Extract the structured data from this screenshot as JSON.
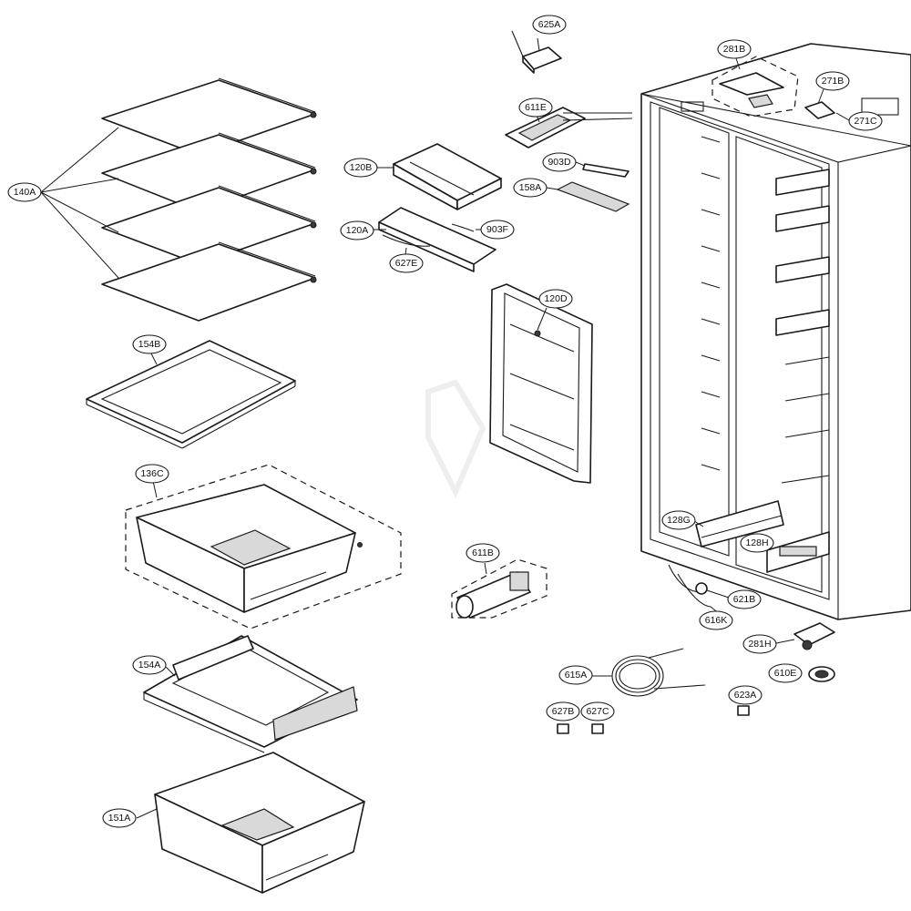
{
  "labels": {
    "l140A": "140A",
    "l154B": "154B",
    "l136C": "136C",
    "l154A": "154A",
    "l151A": "151A",
    "l625A": "625A",
    "l611E": "611E",
    "l120B": "120B",
    "l903D": "903D",
    "l158A": "158A",
    "l120A": "120A",
    "l903F": "903F",
    "l627E": "627E",
    "l120D": "120D",
    "l611B": "611B",
    "l281B": "281B",
    "l271B": "271B",
    "l271C": "271C",
    "l128G": "128G",
    "l128H": "128H",
    "l621B": "621B",
    "l616K": "616K",
    "l281H": "281H",
    "l610E": "610E",
    "l615A": "615A",
    "l623A": "623A",
    "l627B": "627B",
    "l627C": "627C"
  },
  "colors": {
    "line": "#1a1a1a",
    "fill": "#ffffff",
    "shade": "#d9d9d9"
  }
}
